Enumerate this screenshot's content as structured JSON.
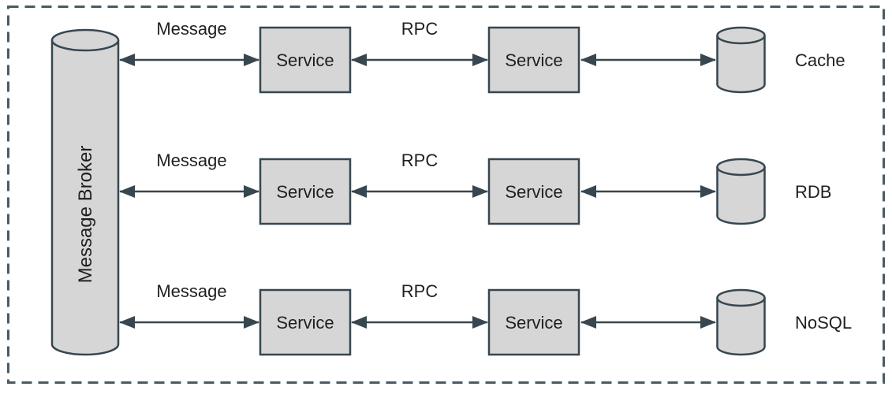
{
  "diagram": {
    "title_hint": "message-broker-microservices-architecture",
    "broker": {
      "label": "Message Broker",
      "shape": "cylinder"
    },
    "rows": [
      {
        "message_label": "Message",
        "service1_label": "Service",
        "rpc_label": "RPC",
        "service2_label": "Service",
        "db_label": "Cache",
        "db_shape": "cylinder"
      },
      {
        "message_label": "Message",
        "service1_label": "Service",
        "rpc_label": "RPC",
        "service2_label": "Service",
        "db_label": "RDB",
        "db_shape": "cylinder"
      },
      {
        "message_label": "Message",
        "service1_label": "Service",
        "rpc_label": "RPC",
        "service2_label": "Service",
        "db_label": "NoSQL",
        "db_shape": "cylinder"
      }
    ],
    "colors": {
      "shape_fill": "#d6d6d6",
      "shape_stroke": "#37464f",
      "dashed_border": "#4b5a63",
      "text": "#1f1f1f",
      "background": "#ffffff"
    }
  }
}
